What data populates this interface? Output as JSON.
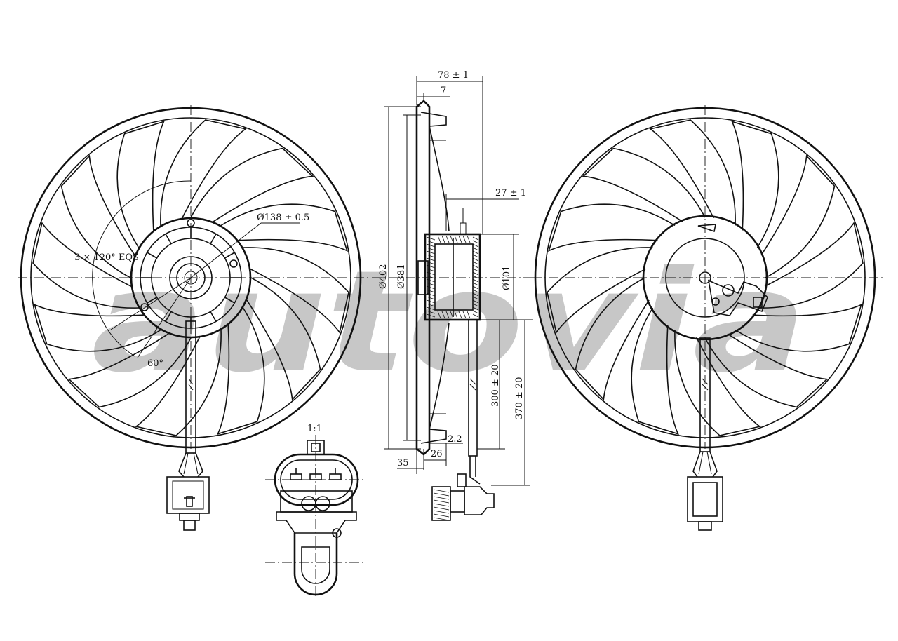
{
  "watermark": {
    "text": "autovia",
    "color": "#9a9a9a"
  },
  "front_view": {
    "labels": {
      "hub_diameter": "Ø138 ± 0.5",
      "mount_pattern": "3 × 120° EQS",
      "angle": "60°"
    },
    "blade_count": 12
  },
  "connector_detail": {
    "scale": "1:1"
  },
  "side_view": {
    "dims": {
      "total_depth": "78 ± 1",
      "rim_depth": "7",
      "motor_offset": "27 ± 1",
      "outer_diameter": "Ø402",
      "ring_diameter": "Ø381",
      "motor_diameter": "Ø101",
      "cable_short": "300 ± 20",
      "cable_long": "370 ± 20",
      "flange_thickness": "2.2",
      "flange_width": "26",
      "bottom_offset": "35"
    }
  },
  "rear_view": {
    "blade_count": 12
  }
}
